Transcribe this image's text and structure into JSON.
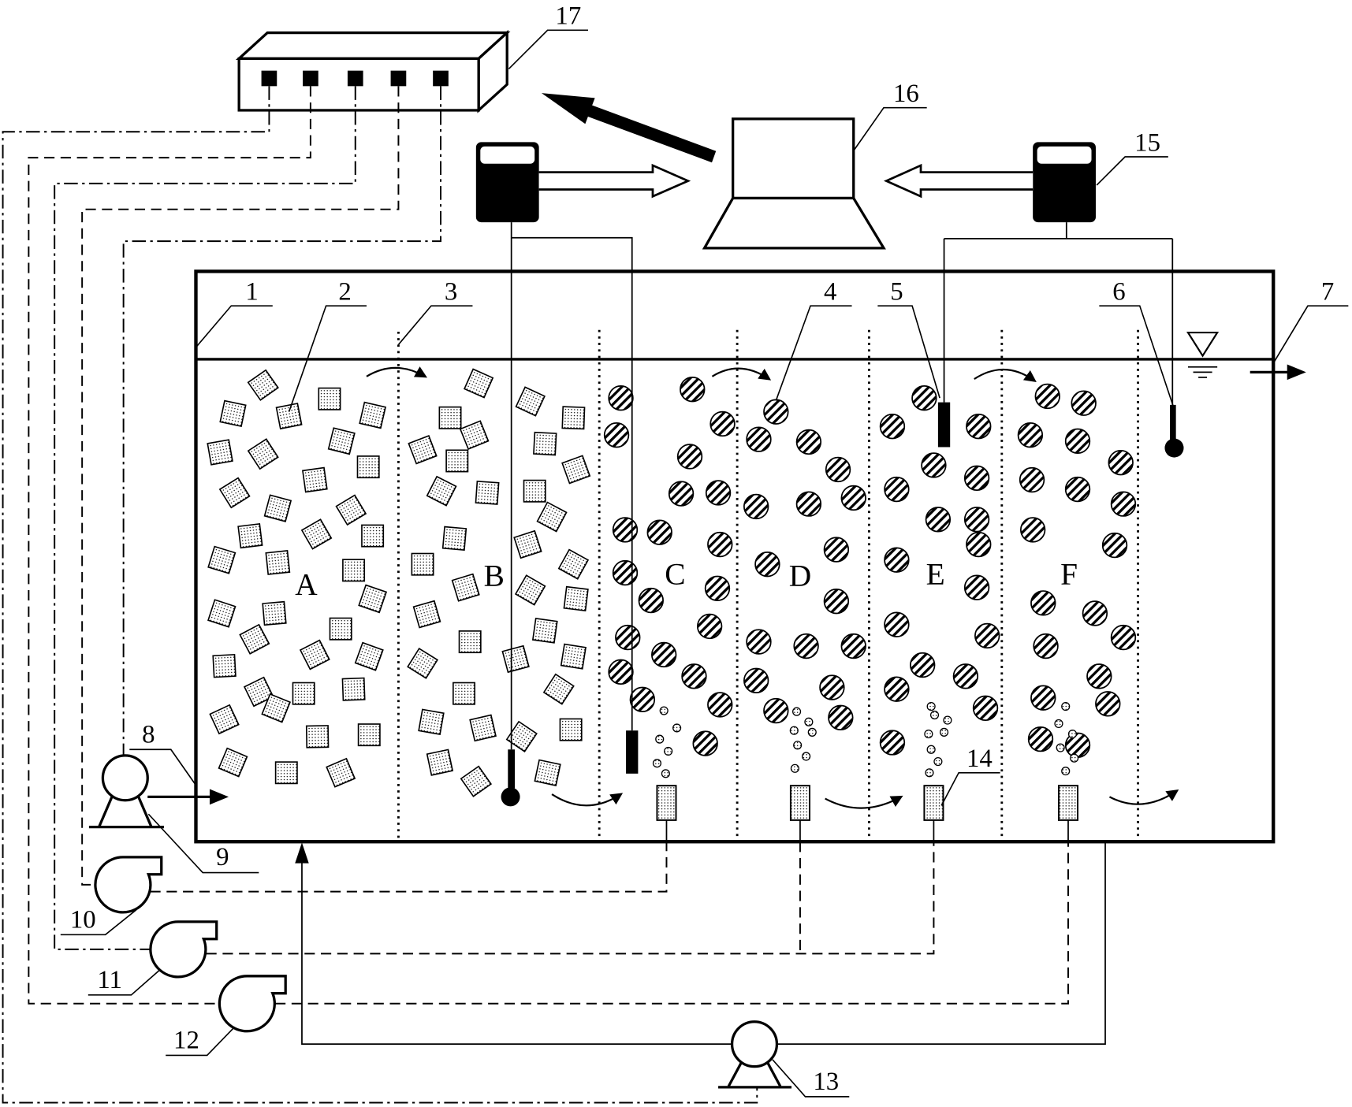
{
  "numerals": [
    "1",
    "2",
    "3",
    "4",
    "5",
    "6",
    "7",
    "8",
    "9",
    "10",
    "11",
    "12",
    "13",
    "14",
    "15",
    "16",
    "17"
  ],
  "zones": [
    "A",
    "B",
    "C",
    "D",
    "E",
    "F"
  ],
  "colors": {
    "ink": "#000000",
    "paper": "#ffffff"
  }
}
